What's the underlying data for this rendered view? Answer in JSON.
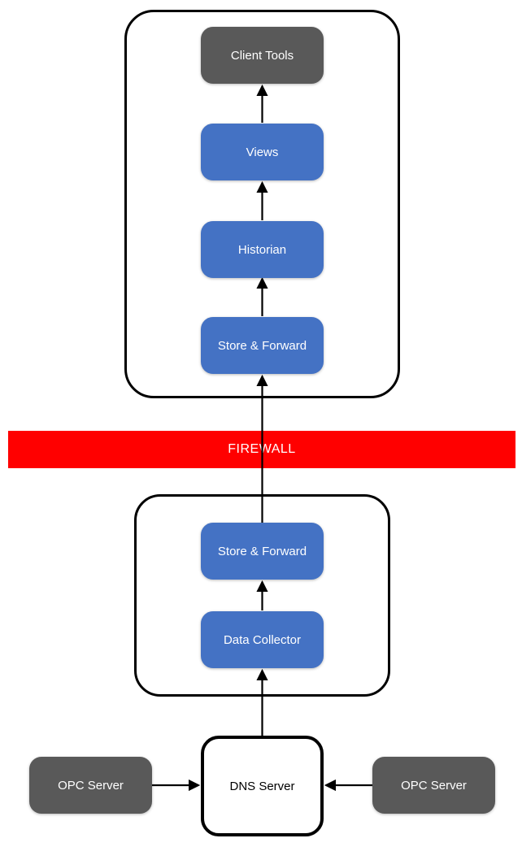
{
  "diagram": {
    "firewall": {
      "label": "FIREWALL"
    },
    "nodes": {
      "client_tools": {
        "label": "Client Tools"
      },
      "views": {
        "label": "Views"
      },
      "historian": {
        "label": "Historian"
      },
      "store_forward_top": {
        "label": "Store & Forward"
      },
      "store_forward_lower": {
        "label": "Store & Forward"
      },
      "data_collector": {
        "label": "Data Collector"
      },
      "dns_server": {
        "label": "DNS Server"
      },
      "opc_server_left": {
        "label": "OPC Server"
      },
      "opc_server_right": {
        "label": "OPC Server"
      }
    },
    "connections": [
      {
        "from": "views",
        "to": "client_tools",
        "direction": "up"
      },
      {
        "from": "historian",
        "to": "views",
        "direction": "up"
      },
      {
        "from": "store_forward_top",
        "to": "historian",
        "direction": "up"
      },
      {
        "from": "store_forward_lower",
        "to": "store_forward_top",
        "direction": "up",
        "crosses": "firewall"
      },
      {
        "from": "data_collector",
        "to": "store_forward_lower",
        "direction": "up"
      },
      {
        "from": "dns_server",
        "to": "data_collector",
        "direction": "up"
      },
      {
        "from": "opc_server_left",
        "to": "dns_server",
        "direction": "right"
      },
      {
        "from": "opc_server_right",
        "to": "dns_server",
        "direction": "left"
      }
    ],
    "colors": {
      "node_blue": "#4472C4",
      "node_gray": "#595959",
      "firewall_red": "#FF0000",
      "outline_black": "#000000",
      "text_on_dark": "#FFFFFF",
      "text_on_light": "#000000"
    }
  }
}
